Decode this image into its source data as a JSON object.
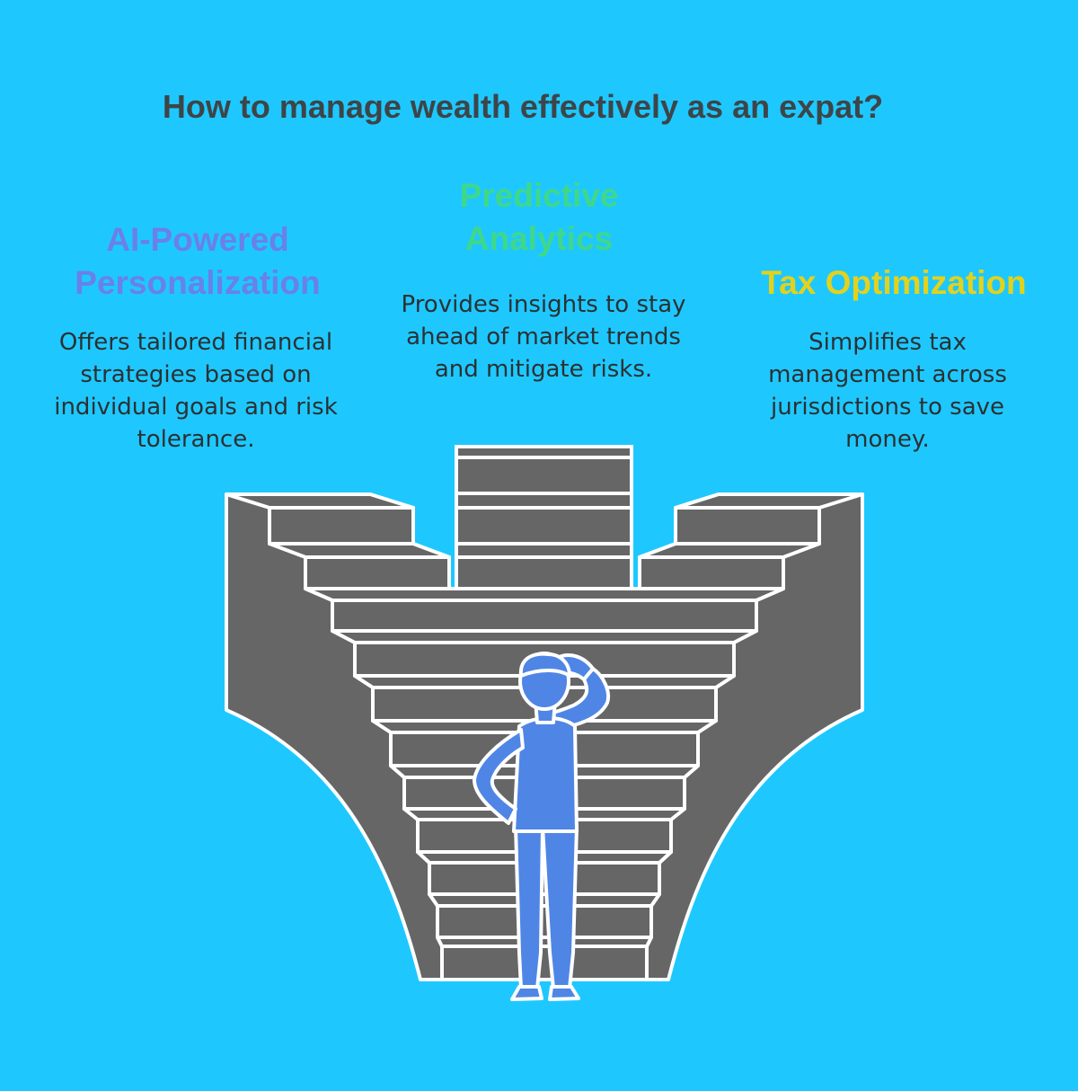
{
  "title": "How to manage wealth effectively as an expat?",
  "options": [
    {
      "heading": "AI-Powered Personalization",
      "description": "Offers tailored financial strategies based on individual goals and risk tolerance."
    },
    {
      "heading": "Predictive Analytics",
      "description": "Provides insights to stay ahead of market trends and mitigate risks."
    },
    {
      "heading": "Tax Optimization",
      "description": "Simplifies tax management across jurisdictions to save money."
    }
  ],
  "colors": {
    "background": "#1ec8ff",
    "left_heading": "#6a80ea",
    "middle_heading": "#3fd88a",
    "right_heading": "#e3d21c",
    "stairs": "#666666",
    "person": "#4f86e6"
  },
  "illustration": {
    "icon": "person-at-crossroads-stairs-icon"
  }
}
